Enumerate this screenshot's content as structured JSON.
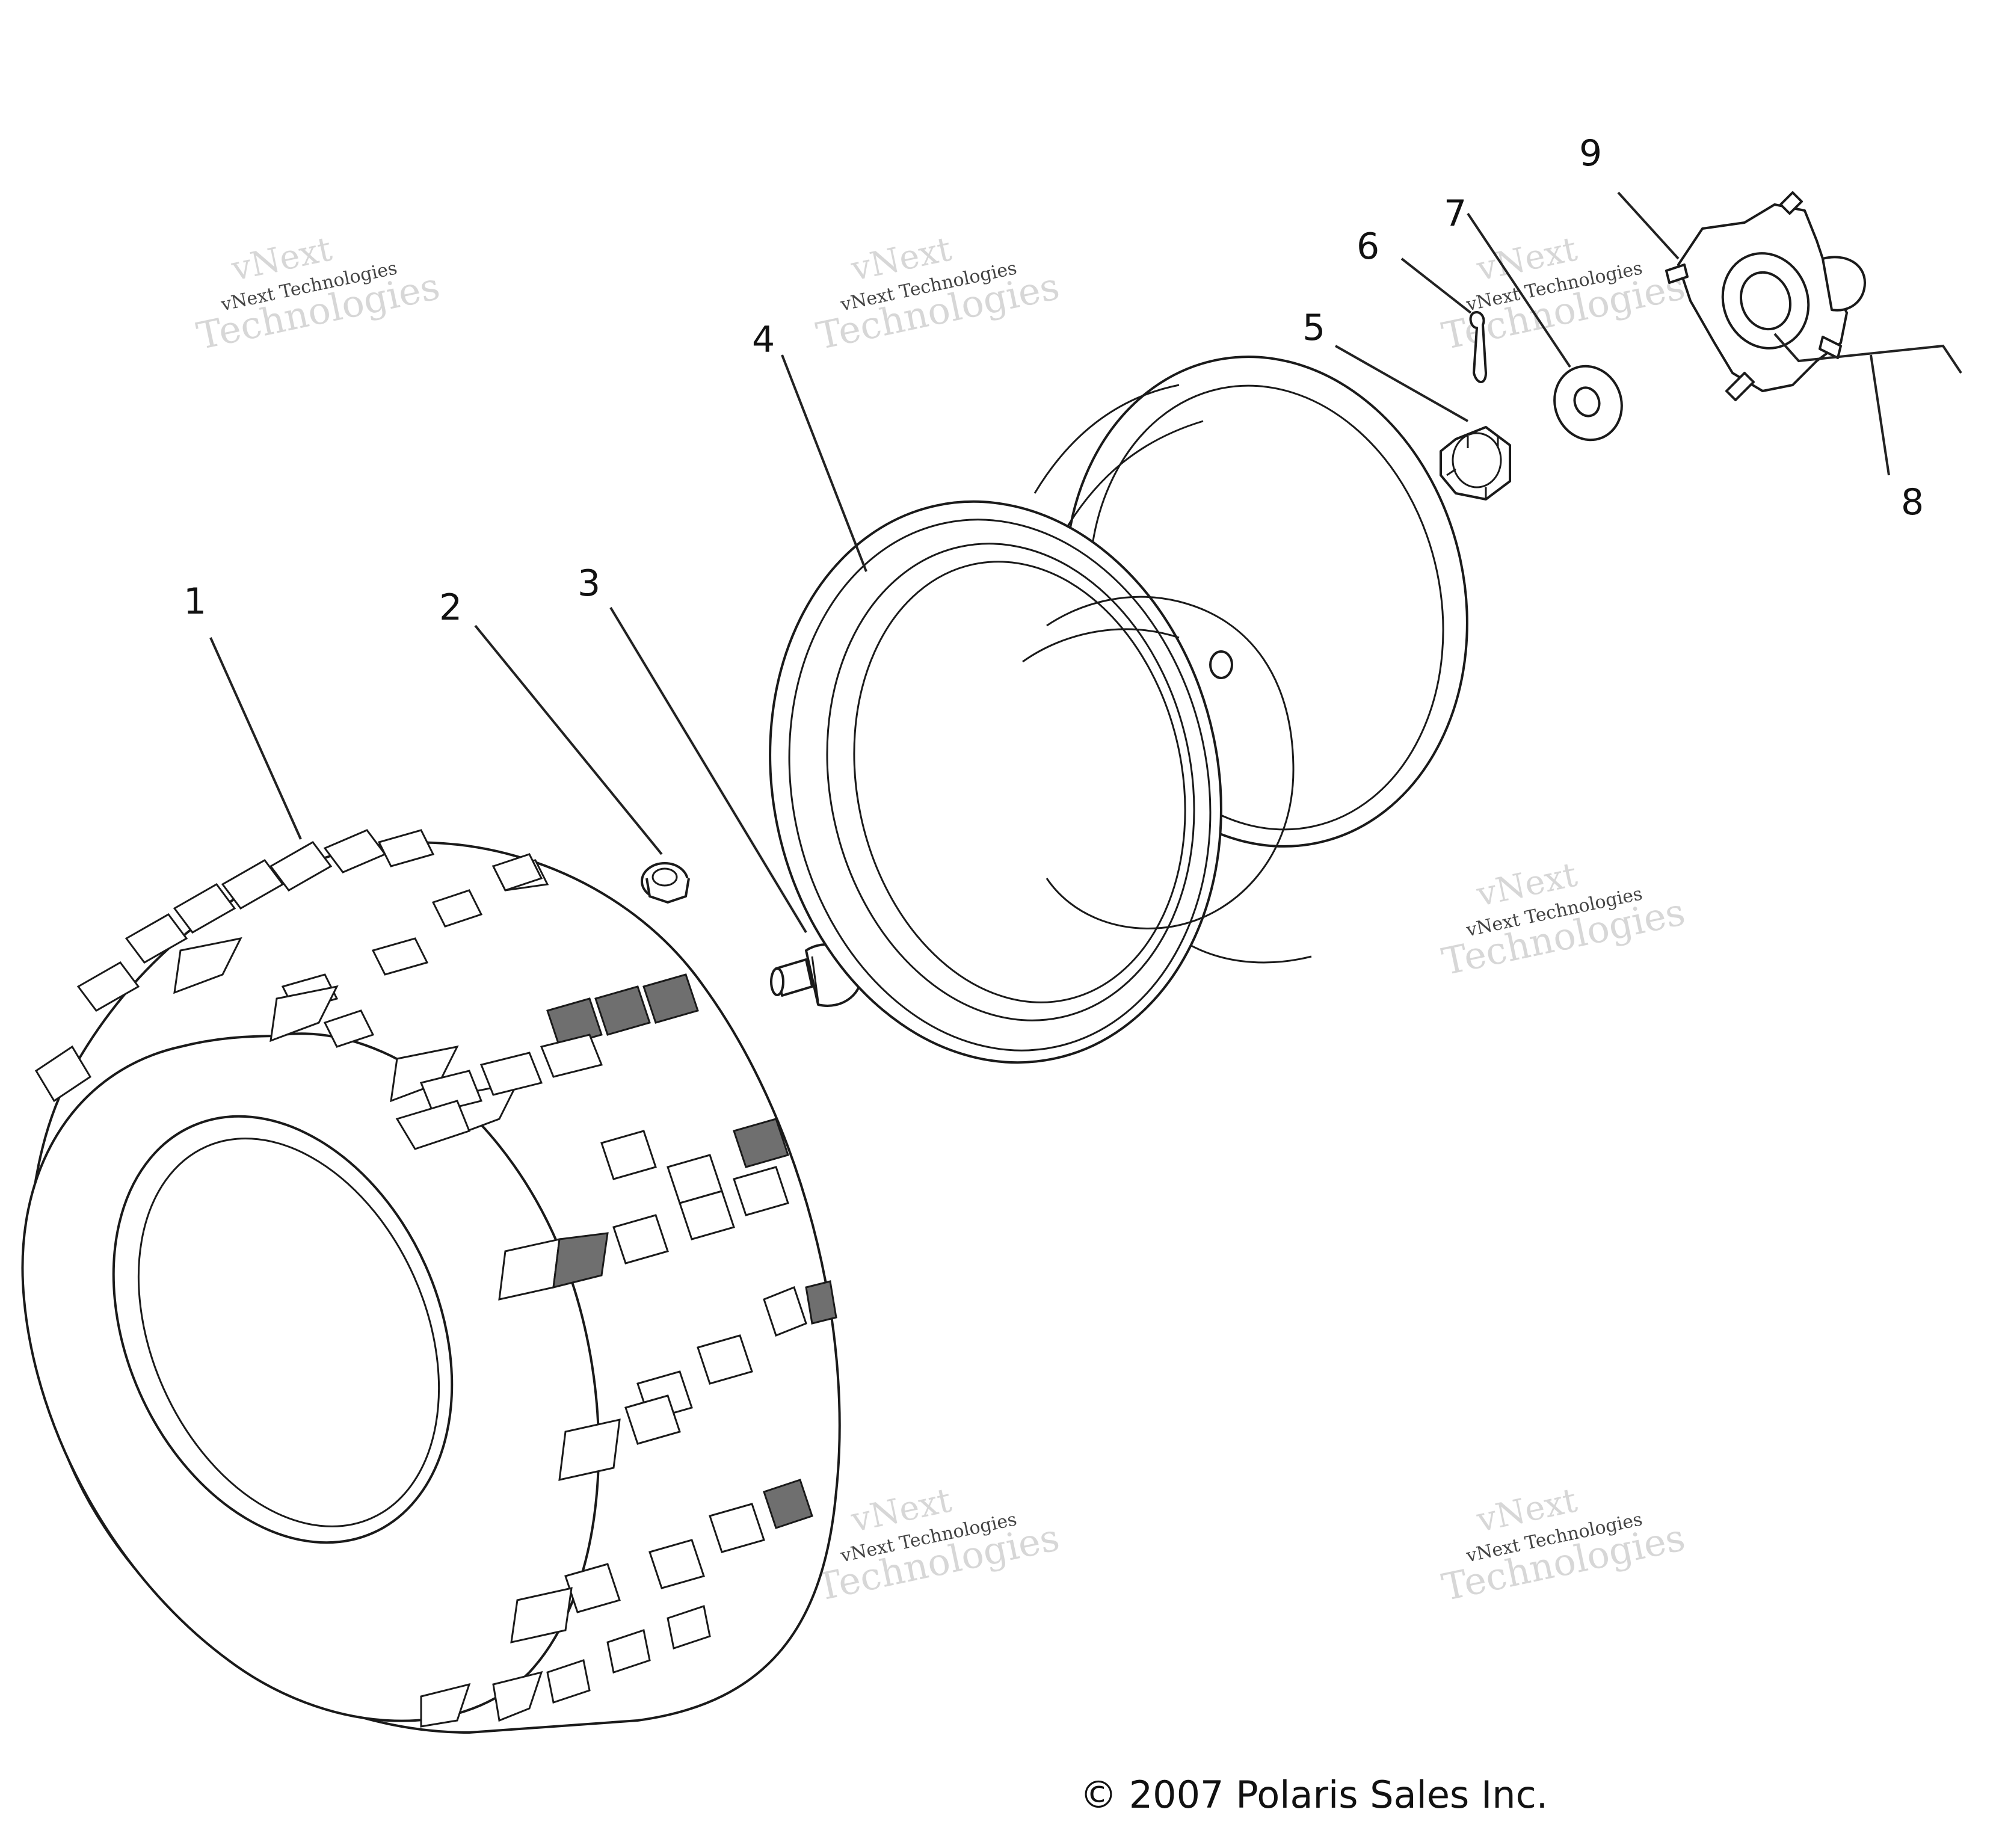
{
  "callouts": [
    {
      "num": "1",
      "part": "tire"
    },
    {
      "num": "2",
      "part": "lug-nut"
    },
    {
      "num": "3",
      "part": "valve-stem"
    },
    {
      "num": "4",
      "part": "wheel-rim"
    },
    {
      "num": "5",
      "part": "castle-nut"
    },
    {
      "num": "6",
      "part": "cotter-pin"
    },
    {
      "num": "7",
      "part": "washer"
    },
    {
      "num": "8",
      "part": "hub-assembly"
    },
    {
      "num": "9",
      "part": "hub"
    }
  ],
  "watermark": {
    "line1": "vNext",
    "line2": "vNext Technologies",
    "line3": "Technologies"
  },
  "copyright": "© 2007 Polaris Sales Inc.",
  "colors": {
    "line": "#1a1a1a",
    "watermark": "#d7d7d7",
    "tread_shade": "#6f6f6f"
  }
}
